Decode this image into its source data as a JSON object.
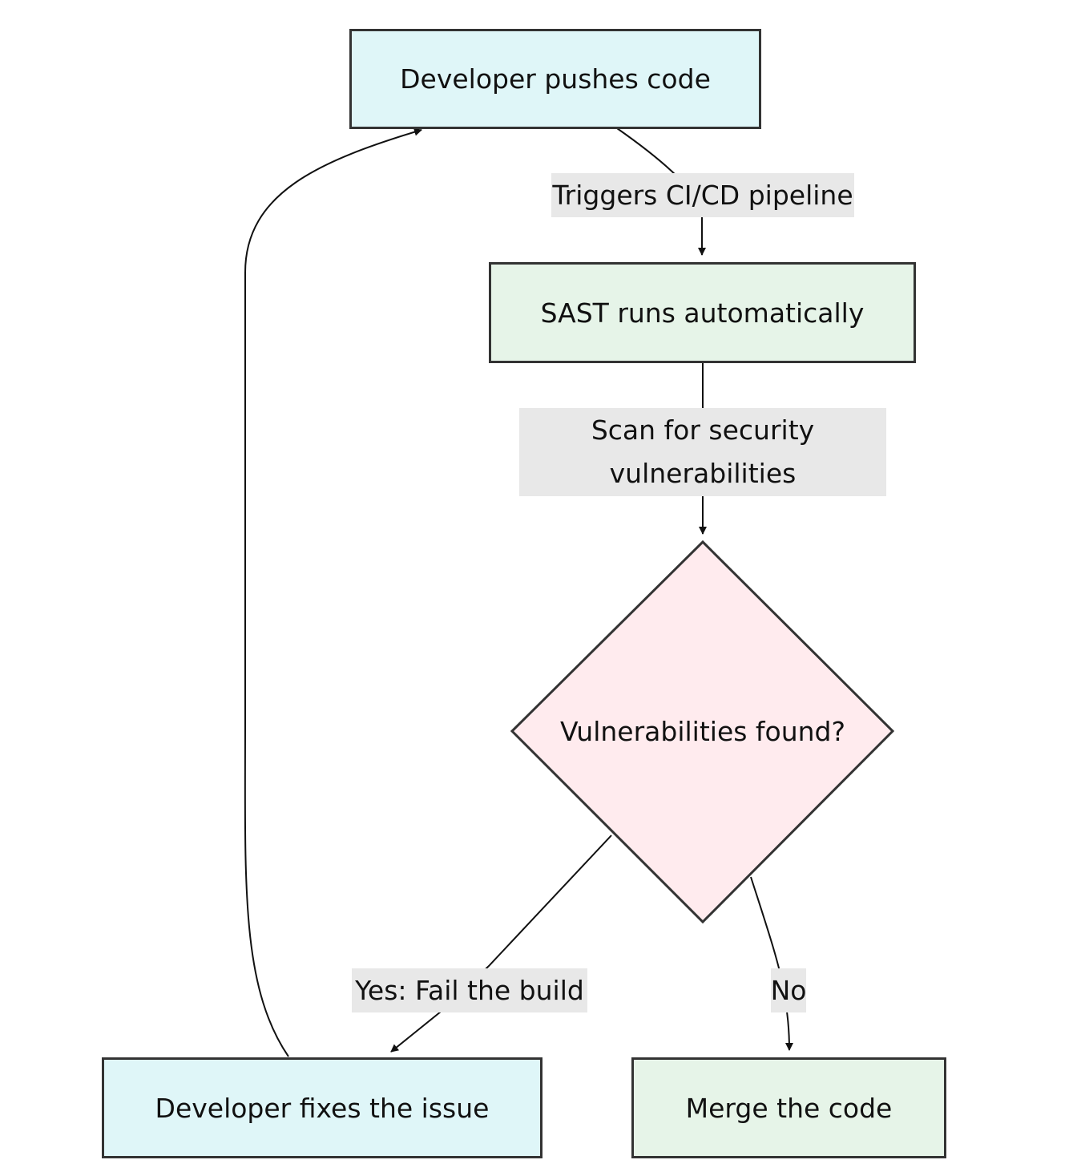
{
  "nodes": {
    "push": {
      "label": "Developer pushes code",
      "fill": "#dff6f8"
    },
    "sast": {
      "label": "SAST runs automatically",
      "fill": "#e6f4e8"
    },
    "decision": {
      "label": "Vulnerabilities found?",
      "fill": "#ffebee"
    },
    "fix": {
      "label": "Developer fixes the issue",
      "fill": "#dff6f8"
    },
    "merge": {
      "label": "Merge the code",
      "fill": "#e6f4e8"
    }
  },
  "edges": {
    "triggers": {
      "label": "Triggers CI/CD pipeline"
    },
    "scan": {
      "label_line1": "Scan for security",
      "label_line2": "vulnerabilities"
    },
    "yes": {
      "label": "Yes: Fail the build"
    },
    "no": {
      "label": "No"
    }
  },
  "colors": {
    "stroke": "#333333",
    "edge_label_bg": "#e8e8e8"
  }
}
